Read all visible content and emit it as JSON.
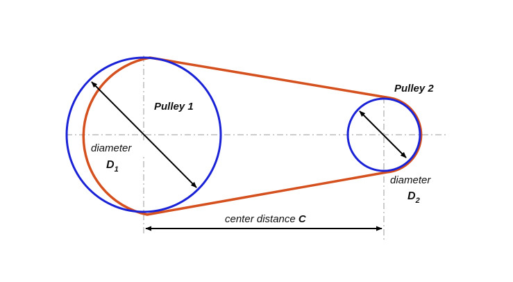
{
  "pulley1": {
    "label": "Pulley 1",
    "diameter_label": "diameter",
    "symbol": "D",
    "subscript": "1"
  },
  "pulley2": {
    "label": "Pulley 2",
    "diameter_label": "diameter",
    "symbol": "D",
    "subscript": "2"
  },
  "center_distance": {
    "label": "center distance ",
    "symbol": "C"
  },
  "colors": {
    "belt": "#d4501e",
    "pulley": "#1a22d6",
    "centerline": "#9a9a9a",
    "arrow": "#000000"
  }
}
